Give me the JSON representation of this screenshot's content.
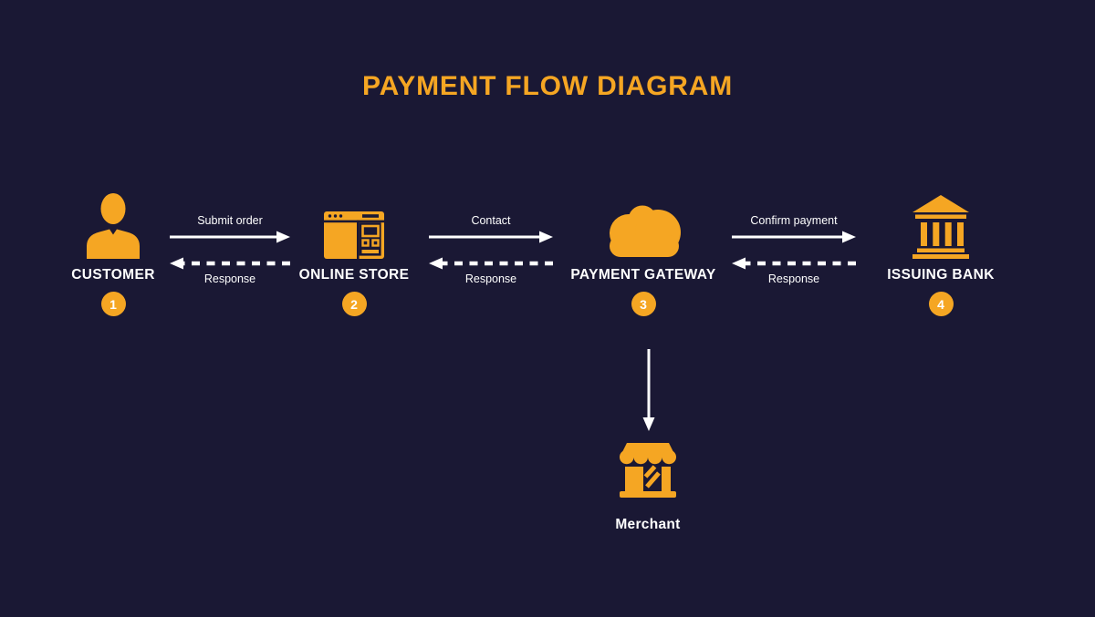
{
  "title": "PAYMENT FLOW DIAGRAM",
  "colors": {
    "background": "#1a1834",
    "accent": "#f5a623",
    "text": "#ffffff",
    "arrow": "#ffffff"
  },
  "nodes": [
    {
      "label": "CUSTOMER",
      "badge": "1",
      "icon": "person-icon"
    },
    {
      "label": "ONLINE STORE",
      "badge": "2",
      "icon": "browser-store-icon"
    },
    {
      "label": "PAYMENT GATEWAY",
      "badge": "3",
      "icon": "cloud-icon"
    },
    {
      "label": "ISSUING BANK",
      "badge": "4",
      "icon": "bank-icon"
    }
  ],
  "flows": [
    {
      "from": "CUSTOMER",
      "to": "ONLINE STORE",
      "forward": "Submit order",
      "back": "Response"
    },
    {
      "from": "ONLINE STORE",
      "to": "PAYMENT GATEWAY",
      "forward": "Contact",
      "back": "Response"
    },
    {
      "from": "PAYMENT GATEWAY",
      "to": "ISSUING BANK",
      "forward": "Confirm payment",
      "back": "Response"
    }
  ],
  "merchant": {
    "label": "Merchant",
    "icon": "storefront-icon",
    "connected_from": "PAYMENT GATEWAY"
  }
}
